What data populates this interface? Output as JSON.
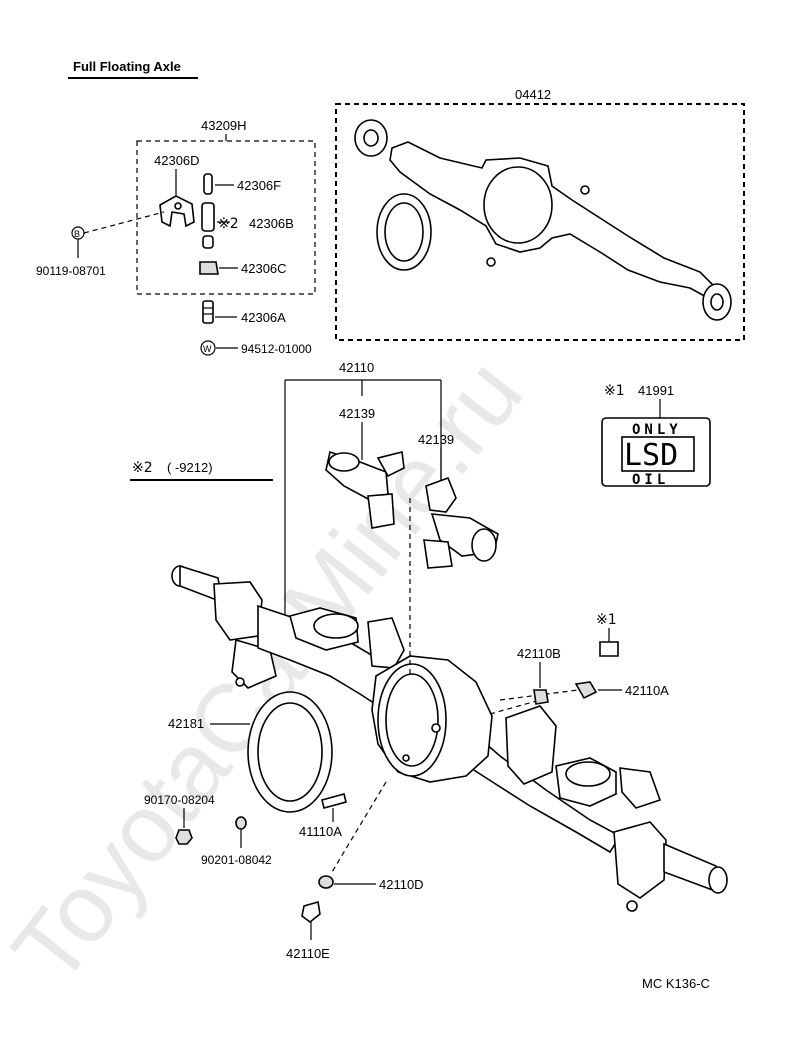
{
  "watermark": "ToyotaCarMine.ru",
  "title": "Full Floating Axle",
  "footer_code": "MC K136-C",
  "labels": {
    "p04412": "04412",
    "p43209H": "43209H",
    "p42306D": "42306D",
    "p42306F": "42306F",
    "p42306B": "42306B",
    "p42306C": "42306C",
    "p42306A": "42306A",
    "p90119": "90119-08701",
    "p94512": "94512-01000",
    "p42110": "42110",
    "p42139a": "42139",
    "p42139b": "42139",
    "p41991": "41991",
    "p42110B": "42110B",
    "p42110A": "42110A",
    "p42181": "42181",
    "p90170": "90170-08204",
    "p41110A": "41110A",
    "p90201": "90201-08042",
    "p42110D": "42110D",
    "p42110E": "42110E"
  },
  "markers": {
    "note1": "※1",
    "note2": "※2",
    "circle_b": "B",
    "circle_w": "W"
  },
  "note2_range": "(      -9212)",
  "lsd_plate": {
    "top": "ONLY",
    "middle": "LSD",
    "bottom": "OIL"
  }
}
